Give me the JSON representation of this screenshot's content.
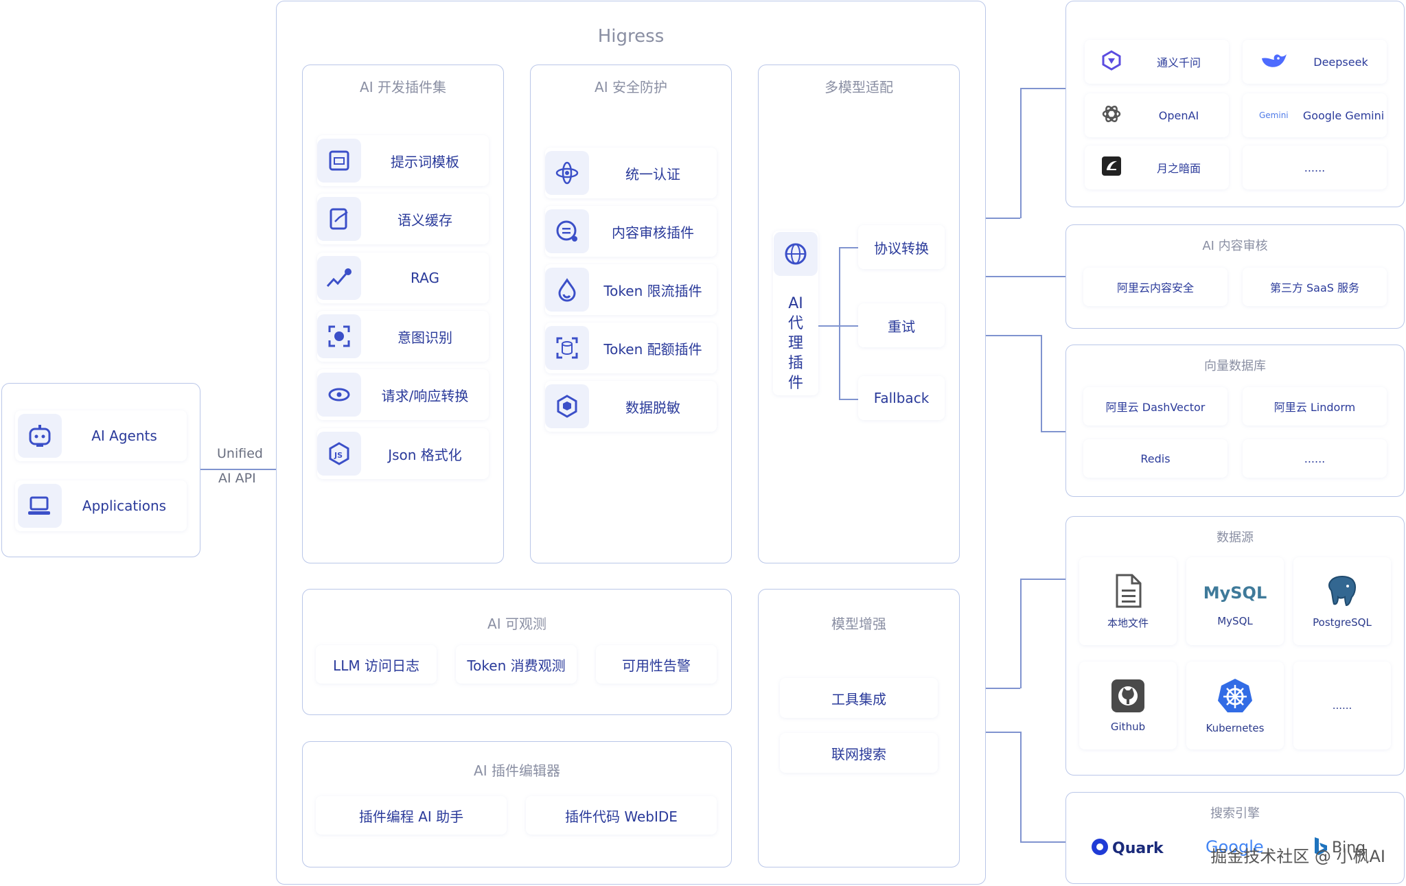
{
  "clients": {
    "items": [
      {
        "label": "AI Agents",
        "icon": "robot-icon"
      },
      {
        "label": "Applications",
        "icon": "laptop-icon"
      }
    ],
    "api_line1": "Unified",
    "api_line2": "AI API"
  },
  "higress": {
    "title": "Higress",
    "dev_plugins": {
      "title": "AI 开发插件集",
      "items": [
        {
          "label": "提示词模板",
          "icon": "template-icon"
        },
        {
          "label": "语义缓存",
          "icon": "edit-tablet-icon"
        },
        {
          "label": "RAG",
          "icon": "trend-chart-icon"
        },
        {
          "label": "意图识别",
          "icon": "face-scan-icon"
        },
        {
          "label": "请求/响应转换",
          "icon": "transform-icon"
        },
        {
          "label": "Json 格式化",
          "icon": "nodejs-icon"
        }
      ]
    },
    "security": {
      "title": "AI 安全防护",
      "items": [
        {
          "label": "统一认证",
          "icon": "atom-icon"
        },
        {
          "label": "内容审核插件",
          "icon": "review-icon"
        },
        {
          "label": "Token 限流插件",
          "icon": "drop-icon"
        },
        {
          "label": "Token 配额插件",
          "icon": "database-scan-icon"
        },
        {
          "label": "数据脱敏",
          "icon": "hexagon-shield-icon"
        }
      ]
    },
    "multi_model": {
      "title": "多模型适配",
      "proxy_label": "AI 代理插件",
      "proxy_chars": [
        "AI",
        "代",
        "理",
        "插",
        "件"
      ],
      "items": [
        "协议转换",
        "重试",
        "Fallback"
      ]
    },
    "observability": {
      "title": "AI 可观测",
      "items": [
        "LLM 访问日志",
        "Token 消费观测",
        "可用性告警"
      ]
    },
    "editor": {
      "title": "AI 插件编辑器",
      "items": [
        "插件编程 AI 助手",
        "插件代码 WebIDE"
      ]
    },
    "enhance": {
      "title": "模型增强",
      "items": [
        "工具集成",
        "联网搜索"
      ]
    }
  },
  "providers": {
    "models": [
      {
        "label": "通义千问",
        "icon": "tongyi-icon"
      },
      {
        "label": "Deepseek",
        "icon": "deepseek-whale-icon"
      },
      {
        "label": "OpenAI",
        "icon": "openai-icon"
      },
      {
        "label": "Google Gemini",
        "icon": "gemini-icon",
        "prefix": "Gemini"
      },
      {
        "label": "月之暗面",
        "icon": "moonshot-icon"
      },
      {
        "label": "......",
        "icon": ""
      }
    ],
    "content_review": {
      "title": "AI 内容审核",
      "items": [
        "阿里云内容安全",
        "第三方 SaaS 服务"
      ]
    },
    "vector_db": {
      "title": "向量数据库",
      "items": [
        "阿里云 DashVector",
        "阿里云 Lindorm",
        "Redis",
        "......"
      ]
    },
    "datasource": {
      "title": "数据源",
      "items": [
        {
          "label": "本地文件",
          "icon": "file-icon"
        },
        {
          "label": "MySQL",
          "icon": "mysql-icon",
          "logo": "MySQL"
        },
        {
          "label": "PostgreSQL",
          "icon": "postgresql-elephant-icon"
        },
        {
          "label": "Github",
          "icon": "github-icon"
        },
        {
          "label": "Kubernetes",
          "icon": "kubernetes-icon"
        },
        {
          "label": "......",
          "icon": ""
        }
      ]
    },
    "search": {
      "title": "搜索引擎",
      "items": [
        {
          "label": "Quark",
          "icon": "quark-icon"
        },
        {
          "label": "Google",
          "icon": "google-icon"
        },
        {
          "label": "Bing",
          "icon": "bing-icon"
        }
      ]
    }
  },
  "watermark": "掘金技术社区 @ 小枫AI",
  "colors": {
    "accent": "#2a3a9a",
    "border": "#b9c6e8",
    "icon_bg": "#eef1fb",
    "connector": "#7f93cf"
  }
}
